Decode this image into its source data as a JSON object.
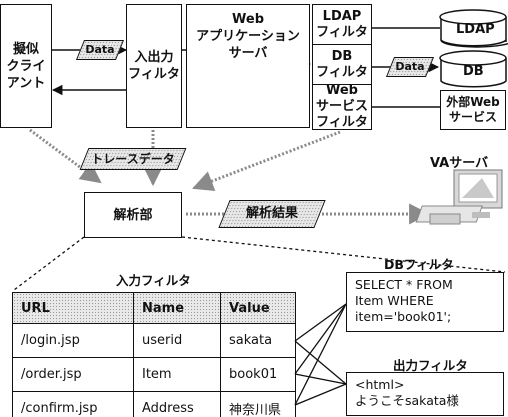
{
  "nodes": {
    "client": "擬似\nクライ\nアント",
    "input_filter": "入出力\nフィルタ",
    "web_app_server": "Web\nアプリケーション\nサーバ",
    "ldap_filter": "LDAP\nフィルタ",
    "db_filter": "DB\nフィルタ",
    "ws_filter": "Web\nサービス\nフィルタ",
    "ldap": "LDAP",
    "db": "DB",
    "external_ws": "外部Web\nサービス",
    "analyzer": "解析部",
    "va_server": "VAサーバ"
  },
  "flow_labels": {
    "data_1": "Data",
    "data_2": "Data",
    "trace_data": "トレースデータ",
    "analysis_result": "解析結果"
  },
  "tables": {
    "input_filter_title": "入力フィルタ",
    "headers": [
      "URL",
      "Name",
      "Value"
    ],
    "rows": [
      [
        "/login.jsp",
        "userid",
        "sakata"
      ],
      [
        "/order.jsp",
        "Item",
        "book01"
      ],
      [
        "/confirm.jsp",
        "Address",
        "神奈川県"
      ]
    ],
    "db_filter_title": "DBフィルタ",
    "db_filter_code": "SELECT * FROM\nItem WHERE\nitem='book01';",
    "output_filter_title": "出力フィルタ",
    "output_filter_code": "<html>\nようこそsakata様"
  },
  "colors": {
    "line": "#111111",
    "dotted_fill": "#e9e9e9",
    "arrow_gray": "#9a9a9a"
  },
  "icons": {
    "va_server": "computer-icon",
    "database": "cylinder-icon"
  }
}
